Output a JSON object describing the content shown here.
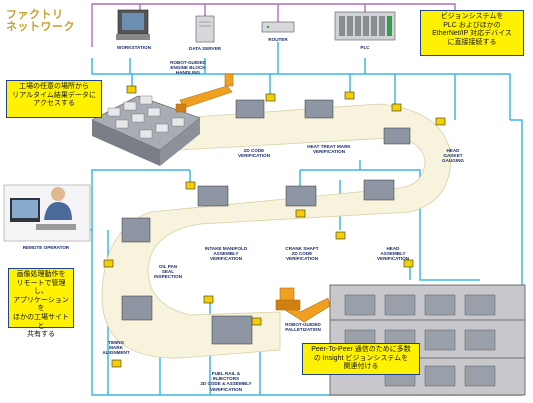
{
  "header": {
    "title": "ファクトリ\nネットワーク"
  },
  "devices": {
    "workstation": "WORKSTATION",
    "data_server": "DATA SERVER",
    "router": "ROUTER",
    "plc": "PLC"
  },
  "stations": {
    "robot_guided_engine_block": "ROBOT-GUIDED\nENGINE BLOCK\nHANDLING",
    "code_2d": "2D CODE\nVERIFICATION",
    "heat_treat": "HEAT TREAT MARK\nVERIFICATION",
    "head_gasket": "HEAD\nGASKET\nGAUGING",
    "intake_manifold": "INTAKE MANIFOLD\nASSEMBLY\nVERIFICATION",
    "crank_shaft": "CRANK SHAFT\n2D CODE\nVERIFICATION",
    "head_assembly": "HEAD\nASSEMBLY\nVERIFICATION",
    "oil_pan": "OIL PAN\nSEAL\nINSPECTION",
    "timing_mark": "TIMING\nMARK\nALIGNMENT",
    "fuel_rail": "FUEL RAIL &\nINJECTORS\n2D CODE & ASSEMBLY\nVERIFICATION",
    "robot_palletization": "ROBOT-GUIDED\nPALLETIZATION",
    "remote_operator": "REMOTE OPERATOR"
  },
  "callouts": {
    "vision_plc": "ビジョンシステムを\nPLC およびほかの\nEtherNet/IP 対応デバイス\nに直接接続する",
    "realtime_access": "工場の任意の場所から\nリアルタイム結果データに\nアクセスする",
    "remote_manage": "画像処理動作を\nリモートで管理し、\nアプリケーションを\nほかの工場サイトと\n共有する",
    "peer_to_peer": "Peer-To-Peer 通信のために多数\nの Insight ビジョンシステムを\n関連付ける"
  },
  "colors": {
    "network_pink": "#b06fb8",
    "network_cyan": "#3fb8e0",
    "callout_yellow": "#fff200",
    "conveyor": "#f7f3dc",
    "robot_orange": "#f0a020",
    "camera_yellow": "#f5d000"
  }
}
